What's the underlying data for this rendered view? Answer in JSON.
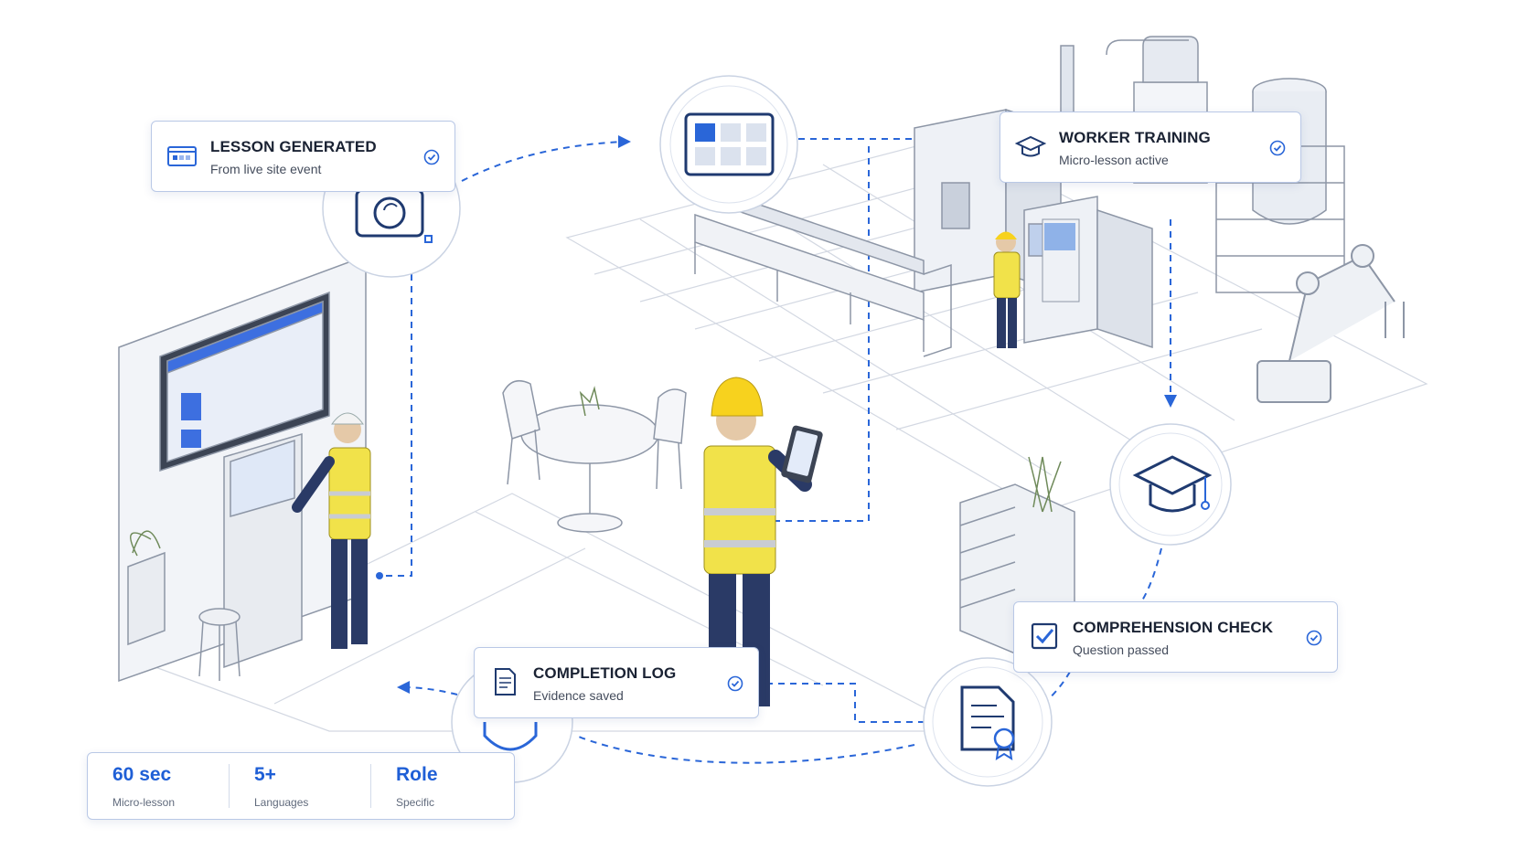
{
  "cards": {
    "lesson_generated": {
      "title": "LESSON GENERATED",
      "subtitle": "From live site event"
    },
    "worker_training": {
      "title": "WORKER TRAINING",
      "subtitle": "Micro-lesson active"
    },
    "comprehension_check": {
      "title": "COMPREHENSION CHECK",
      "subtitle": "Question passed"
    },
    "completion_log": {
      "title": "COMPLETION LOG",
      "subtitle": "Evidence saved"
    }
  },
  "stats": [
    {
      "value": "60 sec",
      "label": "Micro-lesson"
    },
    {
      "value": "5+",
      "label": "Languages"
    },
    {
      "value": "Role",
      "label": "Specific"
    }
  ],
  "icons": [
    "screen-icon",
    "camera-icon",
    "dashboard-icon",
    "graduation-cap-icon",
    "certificate-icon",
    "shield-icon",
    "document-icon",
    "checkbox-icon",
    "check-circle-icon"
  ],
  "colors": {
    "accent": "#1f5fd6",
    "vest": "#f1e24a",
    "helmet": "#f7d21e",
    "uniform": "#2a3a66",
    "line": "#9aa3b3"
  }
}
